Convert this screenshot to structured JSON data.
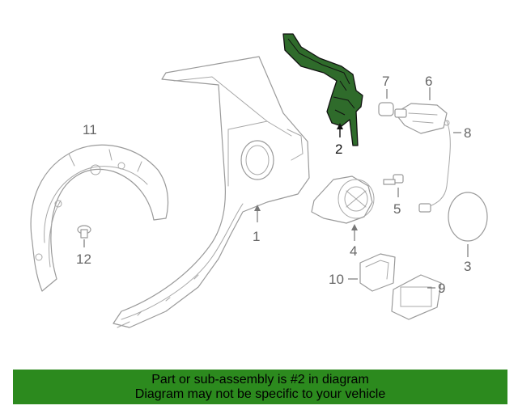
{
  "diagram": {
    "callouts": [
      {
        "id": "1",
        "label": "1"
      },
      {
        "id": "2",
        "label": "2"
      },
      {
        "id": "3",
        "label": "3"
      },
      {
        "id": "4",
        "label": "4"
      },
      {
        "id": "5",
        "label": "5"
      },
      {
        "id": "6",
        "label": "6"
      },
      {
        "id": "7",
        "label": "7"
      },
      {
        "id": "8",
        "label": "8"
      },
      {
        "id": "9",
        "label": "9"
      },
      {
        "id": "10",
        "label": "10"
      },
      {
        "id": "11",
        "label": "11"
      },
      {
        "id": "12",
        "label": "12"
      }
    ],
    "highlighted_part": "2",
    "highlight_color": "#2f6b2b"
  },
  "banner": {
    "line1": "Part or sub-assembly is #2 in diagram",
    "line2": "Diagram may not be specific to your vehicle",
    "background": "#2c8a1e"
  }
}
